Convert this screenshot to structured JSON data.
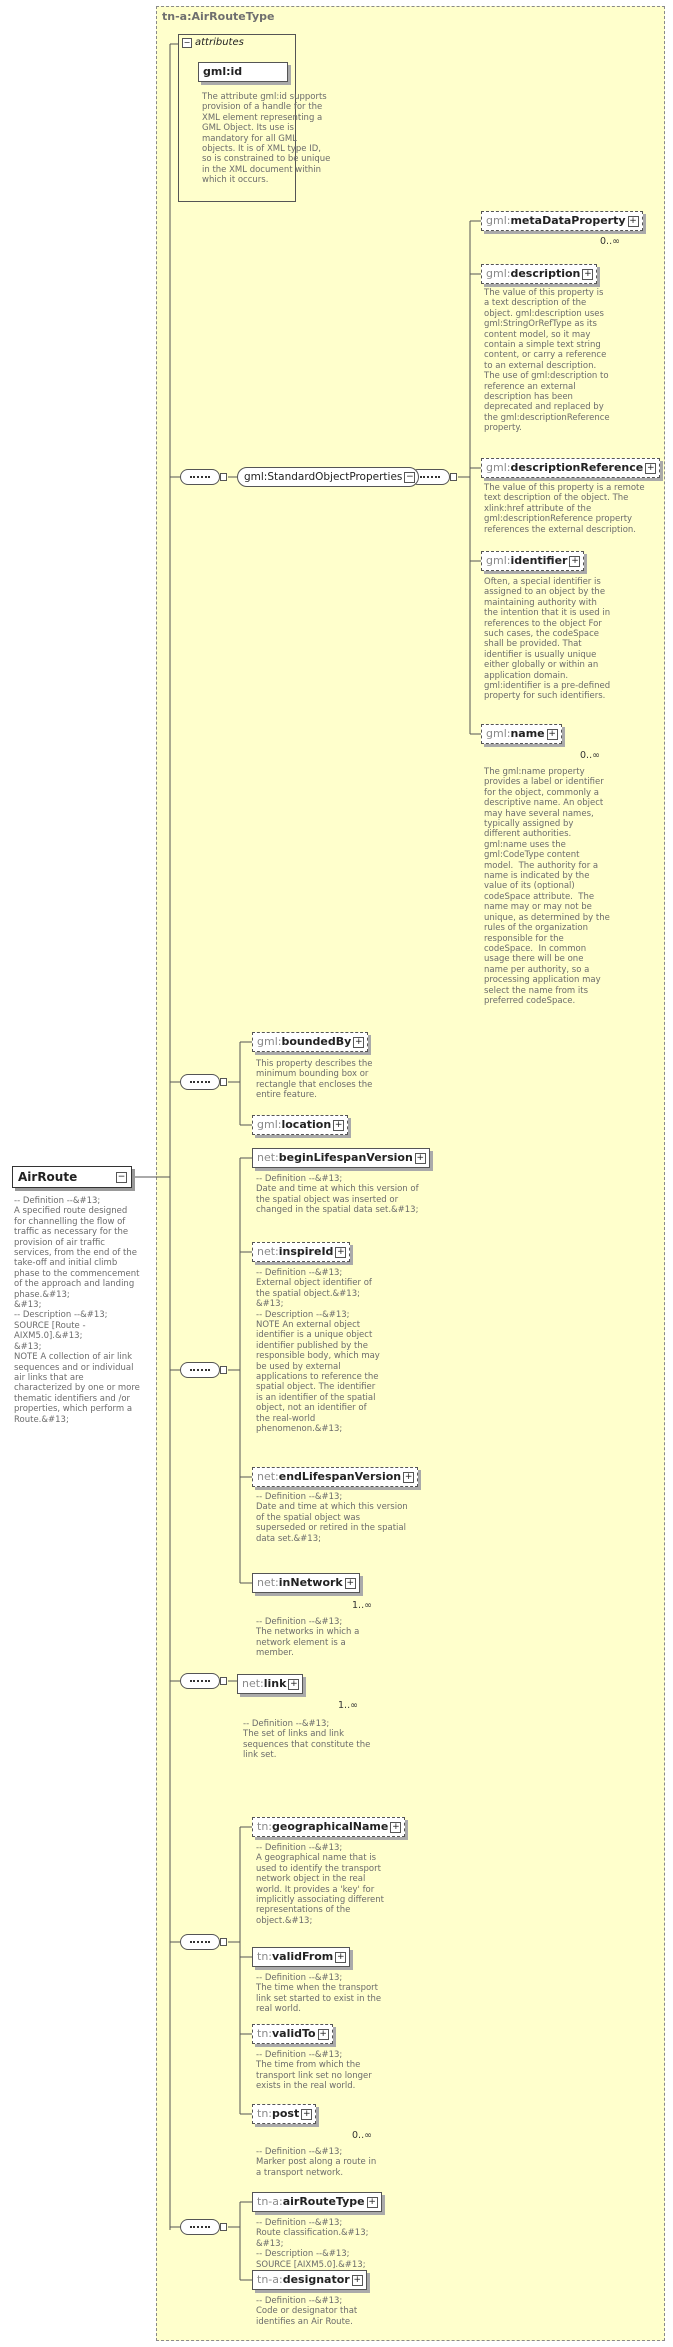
{
  "diagram": {
    "outer_title": "tn-a:AirRouteType",
    "attributes_header": "attributes",
    "attribute": {
      "name": "gml:id",
      "doc": "The attribute gml:id supports\nprovision of a handle for the\nXML element representing a\nGML Object. Its use is\nmandatory for all GML\nobjects. It is of XML type ID,\nso is constrained to be unique\nin the XML document within\nwhich it occurs."
    },
    "root": {
      "name": "AirRoute",
      "doc": "-- Definition --&#13;\nA specified route designed\nfor channelling the flow of\ntraffic as necessary for the\nprovision of air traffic\nservices, from the end of the\ntake-off and initial climb\nphase to the commencement\nof the approach and landing\nphase.&#13;\n&#13;\n-- Description --&#13;\nSOURCE [Route -\nAIXM5.0].&#13;\n&#13;\nNOTE A collection of air link\nsequences and or individual\nair links that are\ncharacterized by one or more\nthematic identifiers and /or\nproperties, which perform a\nRoute.&#13;"
    },
    "group": {
      "label": "gml:StandardObjectProperties"
    },
    "elements": {
      "metaDataProperty": {
        "prefix": "gml:",
        "local": "metaDataProperty",
        "mult": "0..∞",
        "doc": ""
      },
      "description": {
        "prefix": "gml:",
        "local": "description",
        "mult": "",
        "doc": "The value of this property is\na text description of the\nobject. gml:description uses\ngml:StringOrRefType as its\ncontent model, so it may\ncontain a simple text string\ncontent, or carry a reference\nto an external description.\nThe use of gml:description to\nreference an external\ndescription has been\ndeprecated and replaced by\nthe gml:descriptionReference\nproperty."
      },
      "descriptionReference": {
        "prefix": "gml:",
        "local": "descriptionReference",
        "mult": "",
        "doc": "The value of this property is a remote\ntext description of the object. The\nxlink:href attribute of the\ngml:descriptionReference property\nreferences the external description."
      },
      "identifier": {
        "prefix": "gml:",
        "local": "identifier",
        "mult": "",
        "doc": "Often, a special identifier is\nassigned to an object by the\nmaintaining authority with\nthe intention that it is used in\nreferences to the object For\nsuch cases, the codeSpace\nshall be provided. That\nidentifier is usually unique\neither globally or within an\napplication domain.\ngml:identifier is a pre-defined\nproperty for such identifiers."
      },
      "name": {
        "prefix": "gml:",
        "local": "name",
        "mult": "0..∞",
        "doc": "The gml:name property\nprovides a label or identifier\nfor the object, commonly a\ndescriptive name. An object\nmay have several names,\ntypically assigned by\ndifferent authorities.\ngml:name uses the\ngml:CodeType content\nmodel.  The authority for a\nname is indicated by the\nvalue of its (optional)\ncodeSpace attribute.  The\nname may or may not be\nunique, as determined by the\nrules of the organization\nresponsible for the\ncodeSpace.  In common\nusage there will be one\nname per authority, so a\nprocessing application may\nselect the name from its\npreferred codeSpace."
      },
      "boundedBy": {
        "prefix": "gml:",
        "local": "boundedBy",
        "mult": "",
        "doc": "This property describes the\nminimum bounding box or\nrectangle that encloses the\nentire feature."
      },
      "location": {
        "prefix": "gml:",
        "local": "location",
        "mult": "",
        "doc": ""
      },
      "beginLifespanVersion": {
        "prefix": "net:",
        "local": "beginLifespanVersion",
        "mult": "",
        "doc": "-- Definition --&#13;\nDate and time at which this version of\nthe spatial object was inserted or\nchanged in the spatial data set.&#13;"
      },
      "inspireId": {
        "prefix": "net:",
        "local": "inspireId",
        "mult": "",
        "doc": "-- Definition --&#13;\nExternal object identifier of\nthe spatial object.&#13;\n&#13;\n-- Description --&#13;\nNOTE An external object\nidentifier is a unique object\nidentifier published by the\nresponsible body, which may\nbe used by external\napplications to reference the\nspatial object. The identifier\nis an identifier of the spatial\nobject, not an identifier of\nthe real-world\nphenomenon.&#13;"
      },
      "endLifespanVersion": {
        "prefix": "net:",
        "local": "endLifespanVersion",
        "mult": "",
        "doc": "-- Definition --&#13;\nDate and time at which this version\nof the spatial object was\nsuperseded or retired in the spatial\ndata set.&#13;"
      },
      "inNetwork": {
        "prefix": "net:",
        "local": "inNetwork",
        "mult": "1..∞",
        "doc": "-- Definition --&#13;\nThe networks in which a\nnetwork element is a\nmember."
      },
      "link": {
        "prefix": "net:",
        "local": "link",
        "mult": "1..∞",
        "doc": "-- Definition --&#13;\nThe set of links and link\nsequences that constitute the\nlink set."
      },
      "geographicalName": {
        "prefix": "tn:",
        "local": "geographicalName",
        "mult": "",
        "doc": "-- Definition --&#13;\nA geographical name that is\nused to identify the transport\nnetwork object in the real\nworld. It provides a 'key' for\nimplicitly associating different\nrepresentations of the\nobject.&#13;"
      },
      "validFrom": {
        "prefix": "tn:",
        "local": "validFrom",
        "mult": "",
        "doc": "-- Definition --&#13;\nThe time when the transport\nlink set started to exist in the\nreal world."
      },
      "validTo": {
        "prefix": "tn:",
        "local": "validTo",
        "mult": "",
        "doc": "-- Definition --&#13;\nThe time from which the\ntransport link set no longer\nexists in the real world."
      },
      "post": {
        "prefix": "tn:",
        "local": "post",
        "mult": "0..∞",
        "doc": "-- Definition --&#13;\nMarker post along a route in\na transport network."
      },
      "airRouteType": {
        "prefix": "tn-a:",
        "local": "airRouteType",
        "mult": "",
        "doc": "-- Definition --&#13;\nRoute classification.&#13;\n&#13;\n-- Description --&#13;\nSOURCE [AIXM5.0].&#13;"
      },
      "designator": {
        "prefix": "tn-a:",
        "local": "designator",
        "mult": "",
        "doc": "-- Definition --&#13;\nCode or designator that\nidentifies an Air Route."
      }
    }
  }
}
